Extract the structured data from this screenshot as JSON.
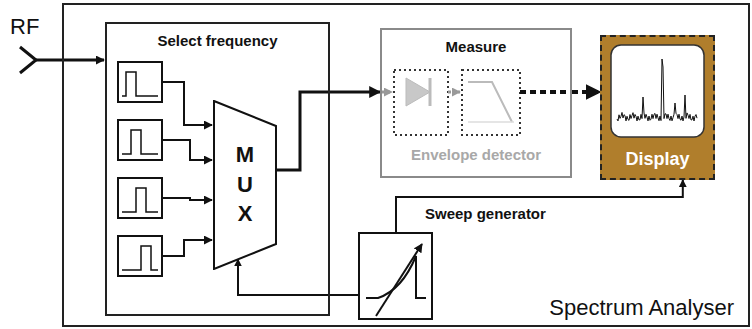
{
  "diagram": {
    "nodes": [
      {
        "text": [
          "Spectrum Analyser"
        ]
      },
      {
        "text": [
          "Select frequency"
        ],
        "in": 0
      },
      {
        "text": [
          "M U X"
        ],
        "in": 1
      },
      {
        "text": [
          "Measure",
          "Envelope detector"
        ],
        "in": 0
      },
      {
        "text": [
          "Display"
        ],
        "in": 0
      },
      {
        "text": [
          "Sweep generator"
        ],
        "in": 0
      }
    ],
    "edges": [
      {
        "from": 2,
        "to": 3,
        "arrow": "to"
      },
      {
        "from": 3,
        "to": 4,
        "arrow": "to"
      },
      {
        "from": 5,
        "to": 4,
        "arrow": "to"
      },
      {
        "from": 5,
        "to": 2,
        "arrow": "to"
      }
    ],
    "labels": [
      "RF"
    ]
  }
}
